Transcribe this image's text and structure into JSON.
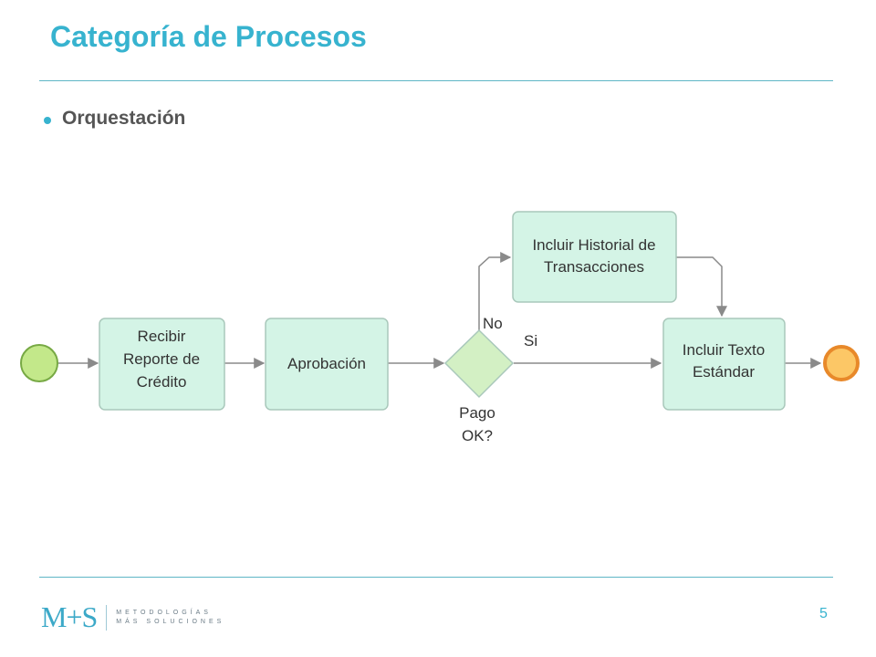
{
  "slide": {
    "title": "Categoría de Procesos",
    "bullet": "Orquestación",
    "page_number": "5"
  },
  "diagram": {
    "tasks": {
      "recibir": [
        "Recibir",
        "Reporte de",
        "Crédito"
      ],
      "aprobacion": [
        "Aprobación"
      ],
      "historial": [
        "Incluir Historial de",
        "Transacciones"
      ],
      "texto": [
        "Incluir Texto",
        "Estándar"
      ]
    },
    "gateway": {
      "label": [
        "Pago",
        "OK?"
      ],
      "no": "No",
      "si": "Si"
    },
    "colors": {
      "task_fill": "#d4f4e6",
      "task_stroke": "#a9c8bb",
      "gateway_fill": "#d3f0c4",
      "start_fill": "#c3e88a",
      "start_stroke": "#77a944",
      "end_fill": "#fcc766",
      "end_stroke": "#e8892a",
      "flow": "#8a8a8a"
    }
  },
  "footer": {
    "logo_mark": "M+S",
    "logo_line1": "METODOLOGÍAS",
    "logo_line2": "MÁS SOLUCIONES"
  }
}
